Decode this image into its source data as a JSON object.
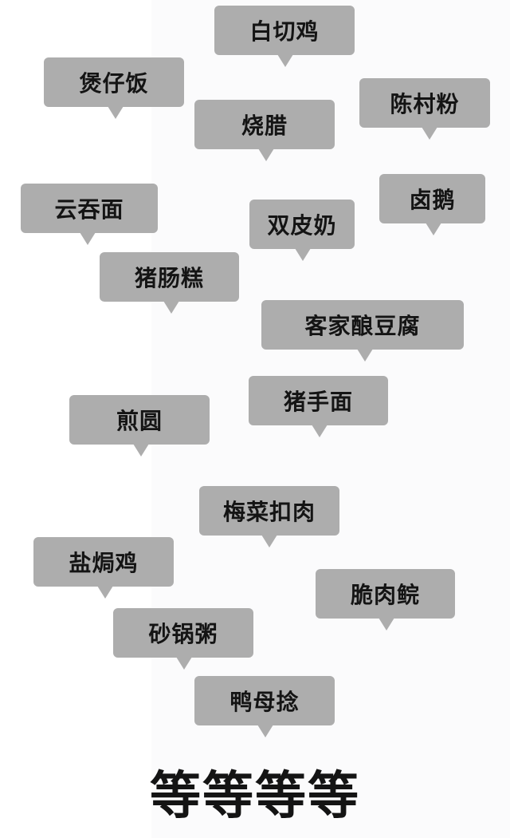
{
  "dishes": [
    "白切鸡",
    "煲仔饭",
    "烧腊",
    "陈村粉",
    "云吞面",
    "双皮奶",
    "卤鹅",
    "猪肠糕",
    "客家酿豆腐",
    "猪手面",
    "煎圆",
    "梅菜扣肉",
    "盐焗鸡",
    "脆肉鲩",
    "砂锅粥",
    "鸭母捻"
  ],
  "caption": "等等等等",
  "colors": {
    "bubble": "#adadad",
    "text": "#141414",
    "background": "#fbfbfc"
  }
}
